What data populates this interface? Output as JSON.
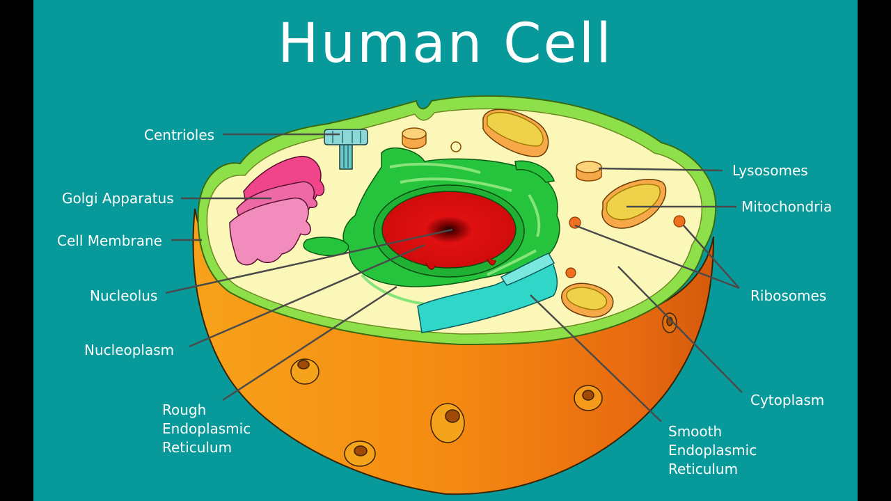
{
  "title": "Human Cell",
  "labels": {
    "centrioles": "Centrioles",
    "golgi": "Golgi Apparatus",
    "membrane": "Cell Membrane",
    "nucleolus": "Nucleolus",
    "nucleoplasm": "Nucleoplasm",
    "rough_er": "Rough\nEndoplasmic\nReticulum",
    "lysosomes": "Lysosomes",
    "mitochondria": "Mitochondria",
    "ribosomes": "Ribosomes",
    "cytoplasm": "Cytoplasm",
    "smooth_er": "Smooth\nEndoplasmic\nReticulum"
  },
  "colors": {
    "background": "#089a9a",
    "membrane": "#8ee04a",
    "cytoplasm": "#fbf7b8",
    "outer_body": "#f28a12",
    "nucleus_er": "#22c53a",
    "nucleolus": "#e01010",
    "golgi": "#f06aa8",
    "smooth_er": "#30d6c8",
    "mitochondria": "#f7a94a",
    "ribosome": "#f07020"
  }
}
